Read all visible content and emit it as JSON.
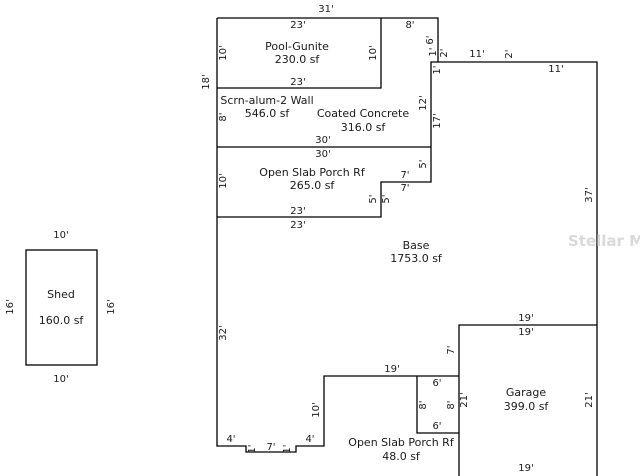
{
  "areas": [
    {
      "name": "Pool-Gunite",
      "area": "230.0 sf"
    },
    {
      "name": "Scrn-alum-2 Wall",
      "area": "546.0 sf"
    },
    {
      "name": "Coated Concrete",
      "area": "316.0 sf"
    },
    {
      "name": "Open Slab Porch Rf",
      "area": "265.0 sf"
    },
    {
      "name": "Base",
      "area": "1753.0 sf"
    },
    {
      "name": "Garage",
      "area": "399.0 sf"
    },
    {
      "name": "Open Slab Porch Rf",
      "area": "48.0 sf"
    },
    {
      "name": "Shed",
      "area": "160.0 sf"
    }
  ],
  "dimensions": {
    "top_31": "31'",
    "pool_top_23": "23'",
    "pool_bottom_23": "23'",
    "top_8": "8'",
    "pool_left_10": "10'",
    "pool_right_10": "10'",
    "left_18": "18'",
    "right_6": "6'",
    "one_a": "1'",
    "two_a": "2'",
    "eleven_a": "11'",
    "two_b": "2'",
    "one_b": "1'",
    "eleven_b": "11'",
    "scrn_left_8": "8'",
    "twelve": "12'",
    "seventeen": "17'",
    "thirty_a": "30'",
    "thirty_b": "30'",
    "porch_left_10": "10'",
    "five_a": "5'",
    "seven_a": "7'",
    "seven_b": "7'",
    "five_b": "5'",
    "five_c": "5'",
    "porch_23_a": "23'",
    "porch_23_b": "23'",
    "thirtyseven": "37'",
    "thirtytwo": "32'",
    "nineteen_a": "19'",
    "nineteen_b": "19'",
    "nineteen_c": "19'",
    "nineteen_d": "19'",
    "seven_c": "7'",
    "six_a": "6'",
    "eight_a": "8'",
    "eight_b": "8'",
    "twentyone_a": "21'",
    "twentyone_b": "21'",
    "six_b": "6'",
    "ten_c": "10'",
    "four_a": "4'",
    "seven_d": "7'",
    "four_b": "4'",
    "one_c": "1'",
    "one_d": "1'",
    "shed_top_10": "10'",
    "shed_bottom_10": "10'",
    "shed_left_16": "16'",
    "shed_right_16": "16'"
  },
  "watermark": "Stellar M"
}
